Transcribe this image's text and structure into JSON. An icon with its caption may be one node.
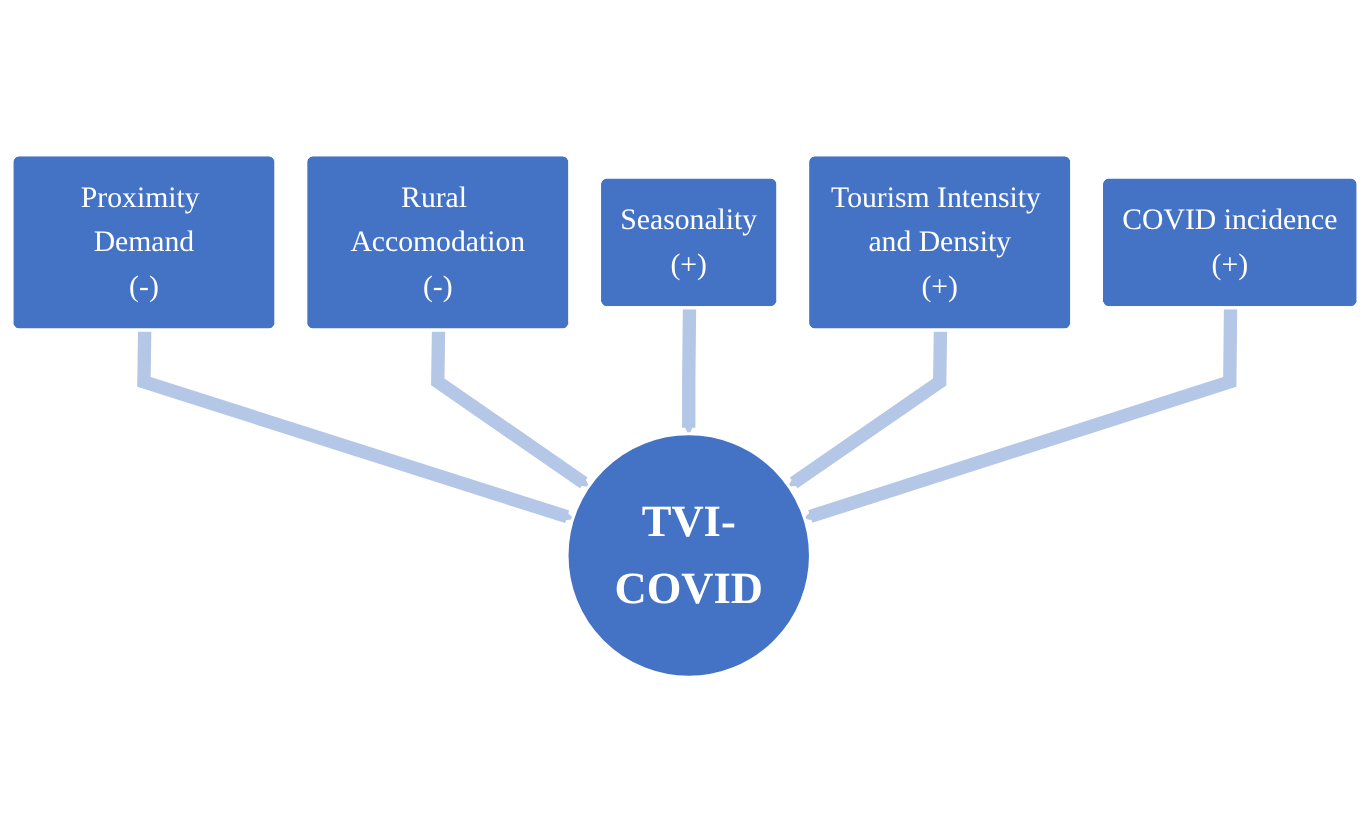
{
  "diagram": {
    "nodes": [
      {
        "text": [
          "Proximity Demand",
          "(-)"
        ]
      },
      {
        "text": [
          "Rural Accomodation",
          "(-)"
        ]
      },
      {
        "text": [
          "Seasonality",
          "(+)"
        ]
      },
      {
        "text": [
          "Tourism Intensity and Density",
          "(+)"
        ]
      },
      {
        "text": [
          "TVI-COVID"
        ]
      },
      {
        "text": [
          "COVID incidence",
          "(+)"
        ]
      }
    ],
    "edges": [
      {
        "from": 0,
        "to": 4,
        "arrow": "to"
      },
      {
        "from": 1,
        "to": 4,
        "arrow": "to"
      },
      {
        "from": 2,
        "to": 4,
        "arrow": "to"
      },
      {
        "from": 3,
        "to": 4,
        "arrow": "to"
      },
      {
        "from": 5,
        "to": 4,
        "arrow": "to"
      }
    ]
  }
}
